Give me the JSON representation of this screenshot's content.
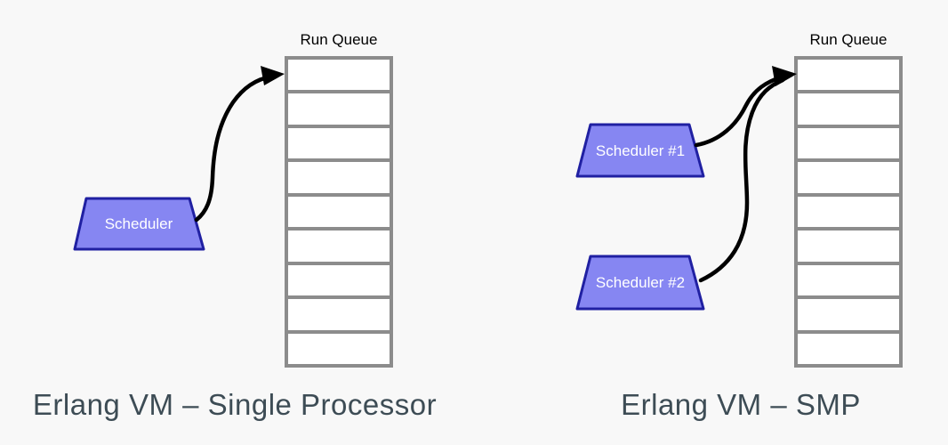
{
  "diagram": {
    "left_panel": {
      "queue_label": "Run Queue",
      "scheduler_label": "Scheduler",
      "caption": "Erlang VM – Single Processor",
      "queue_cell_count": 9
    },
    "right_panel": {
      "queue_label": "Run Queue",
      "scheduler1_label": "Scheduler #1",
      "scheduler2_label": "Scheduler #2",
      "caption": "Erlang VM – SMP",
      "queue_cell_count": 9
    },
    "colors": {
      "background": "#f8f8f8",
      "scheduler_fill": "#8686f2",
      "scheduler_border": "#2020a2",
      "scheduler_label_text": "#ffffff",
      "queue_border": "#8c8c8c",
      "queue_cell_fill": "#ffffff",
      "arrow": "#000000",
      "caption_text": "#3d4c55",
      "queue_label_text": "#000000"
    }
  }
}
